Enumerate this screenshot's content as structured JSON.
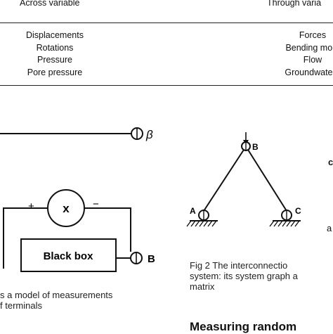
{
  "table": {
    "col1_header": "Across variable",
    "col2_header": "Through varia",
    "col1_rows": [
      "Displacements",
      "Rotations",
      "Pressure",
      "Pore pressure"
    ],
    "col2_rows": [
      "Forces",
      "Bending mom",
      "Flow",
      "Groundwater f"
    ]
  },
  "fig1": {
    "beta_label": "β",
    "plus_label": "+",
    "minus_label": "−",
    "multiplier_label": "x",
    "black_box_label": "Black box",
    "terminal_label": "B",
    "caption_lines": [
      "s a model of measurements",
      "f terminals"
    ]
  },
  "fig2": {
    "node_b": "B",
    "node_a": "A",
    "node_c": "C",
    "caption_lines": [
      "Fig 2  The interconnectio",
      "system: its system graph a",
      "matrix"
    ]
  },
  "edge_fragments": [
    "c",
    "a"
  ],
  "section_heading": "Measuring random"
}
